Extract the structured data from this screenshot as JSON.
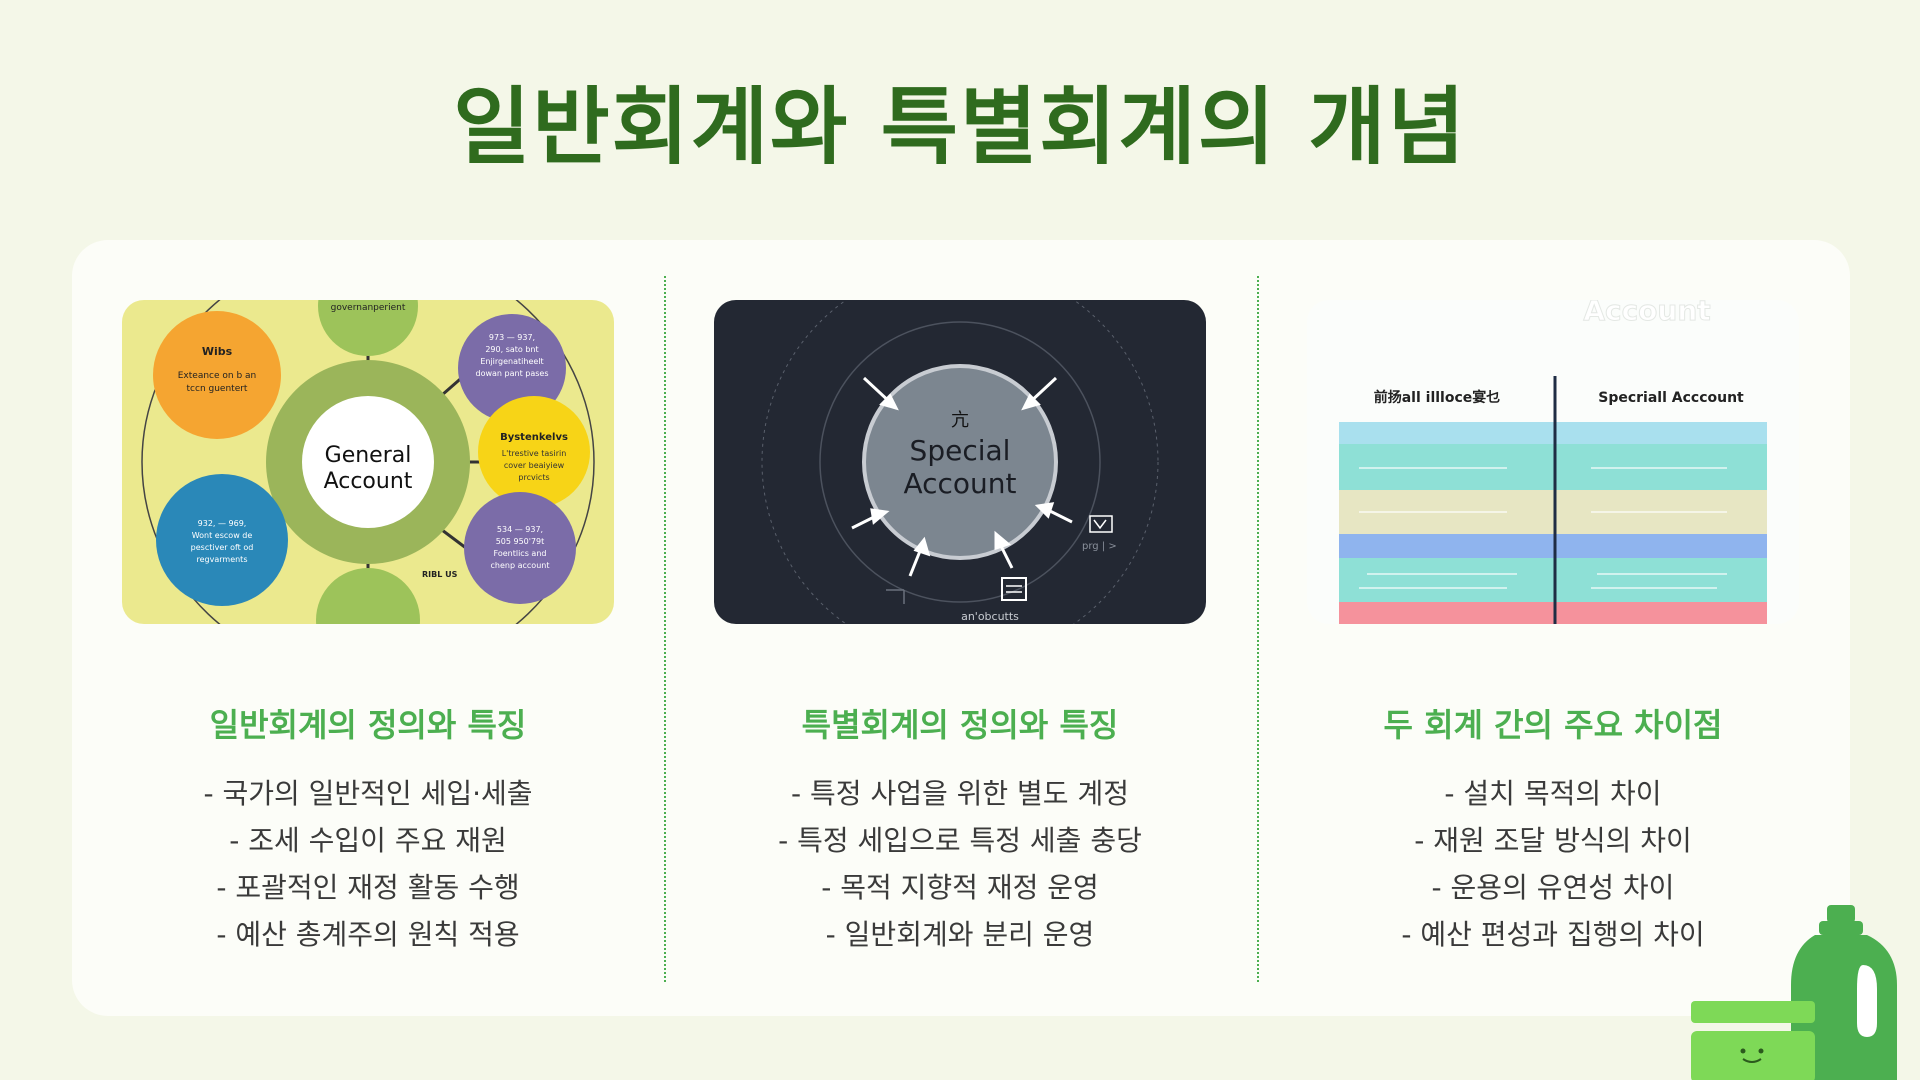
{
  "page": {
    "title": "일반회계와 특별회계의 개념"
  },
  "colors": {
    "background": "#f4f7e8",
    "title": "#2f6b1e",
    "accent": "#4caf50",
    "panel": "#fcfdf8"
  },
  "columns": [
    {
      "image": {
        "type": "diagram",
        "center_text": [
          "General",
          "Account"
        ],
        "labels": {
          "top": "governanperient",
          "orange_title": "Wibs",
          "orange_body": [
            "Exteance on b an",
            "tccn guentert"
          ],
          "purple_top": [
            "973 — 937,",
            "290, sato bnt",
            "Enjirgenatiheelt",
            "dowan pant pases"
          ],
          "yellow_title": "Bystenkelvs",
          "yellow_body": [
            "L'trestive tasirin",
            "cover beaiyiew",
            "prcvicts"
          ],
          "blue": [
            "932, — 969,",
            "Wont escow de",
            "pesctiver oft od",
            "regvarments"
          ],
          "purple_bottom": [
            "534 — 937,",
            "505 950'79t",
            "Foentlics and",
            "chenp account"
          ],
          "side": "RIBL US"
        }
      },
      "heading": "일반회계의 정의와 특징",
      "bullets": [
        "- 국가의 일반적인 세입·세출",
        "- 조세 수입이 주요 재원",
        "- 포괄적인 재정 활동 수행",
        "- 예산 총계주의 원칙 적용"
      ]
    },
    {
      "image": {
        "type": "diagram",
        "center_glyph": "亢",
        "center_text": [
          "Special",
          "Account"
        ],
        "labels": {
          "bottom": "an'obcutts",
          "side": "prg |  >"
        }
      },
      "heading": "특별회계의 정의와 특징",
      "bullets": [
        "- 특정 사업을 위한 별도 계정",
        "- 특정 세입으로 특정 세출 충당",
        "- 목적 지향적 재정 운영",
        "- 일반회계와 분리 운영"
      ]
    },
    {
      "image": {
        "type": "table",
        "watermark": "Account",
        "headers": [
          "前扬all   illloce宴乜",
          "Specriall  Acccount"
        ]
      },
      "heading": "두 회계 간의 주요 차이점",
      "bullets": [
        "- 설치 목적의 차이",
        "- 재원 조달 방식의 차이",
        "- 운용의 유연성 차이",
        "- 예산 편성과 집행의 차이"
      ]
    }
  ],
  "decoration": {
    "icon": "detergent-bottle-icon"
  }
}
